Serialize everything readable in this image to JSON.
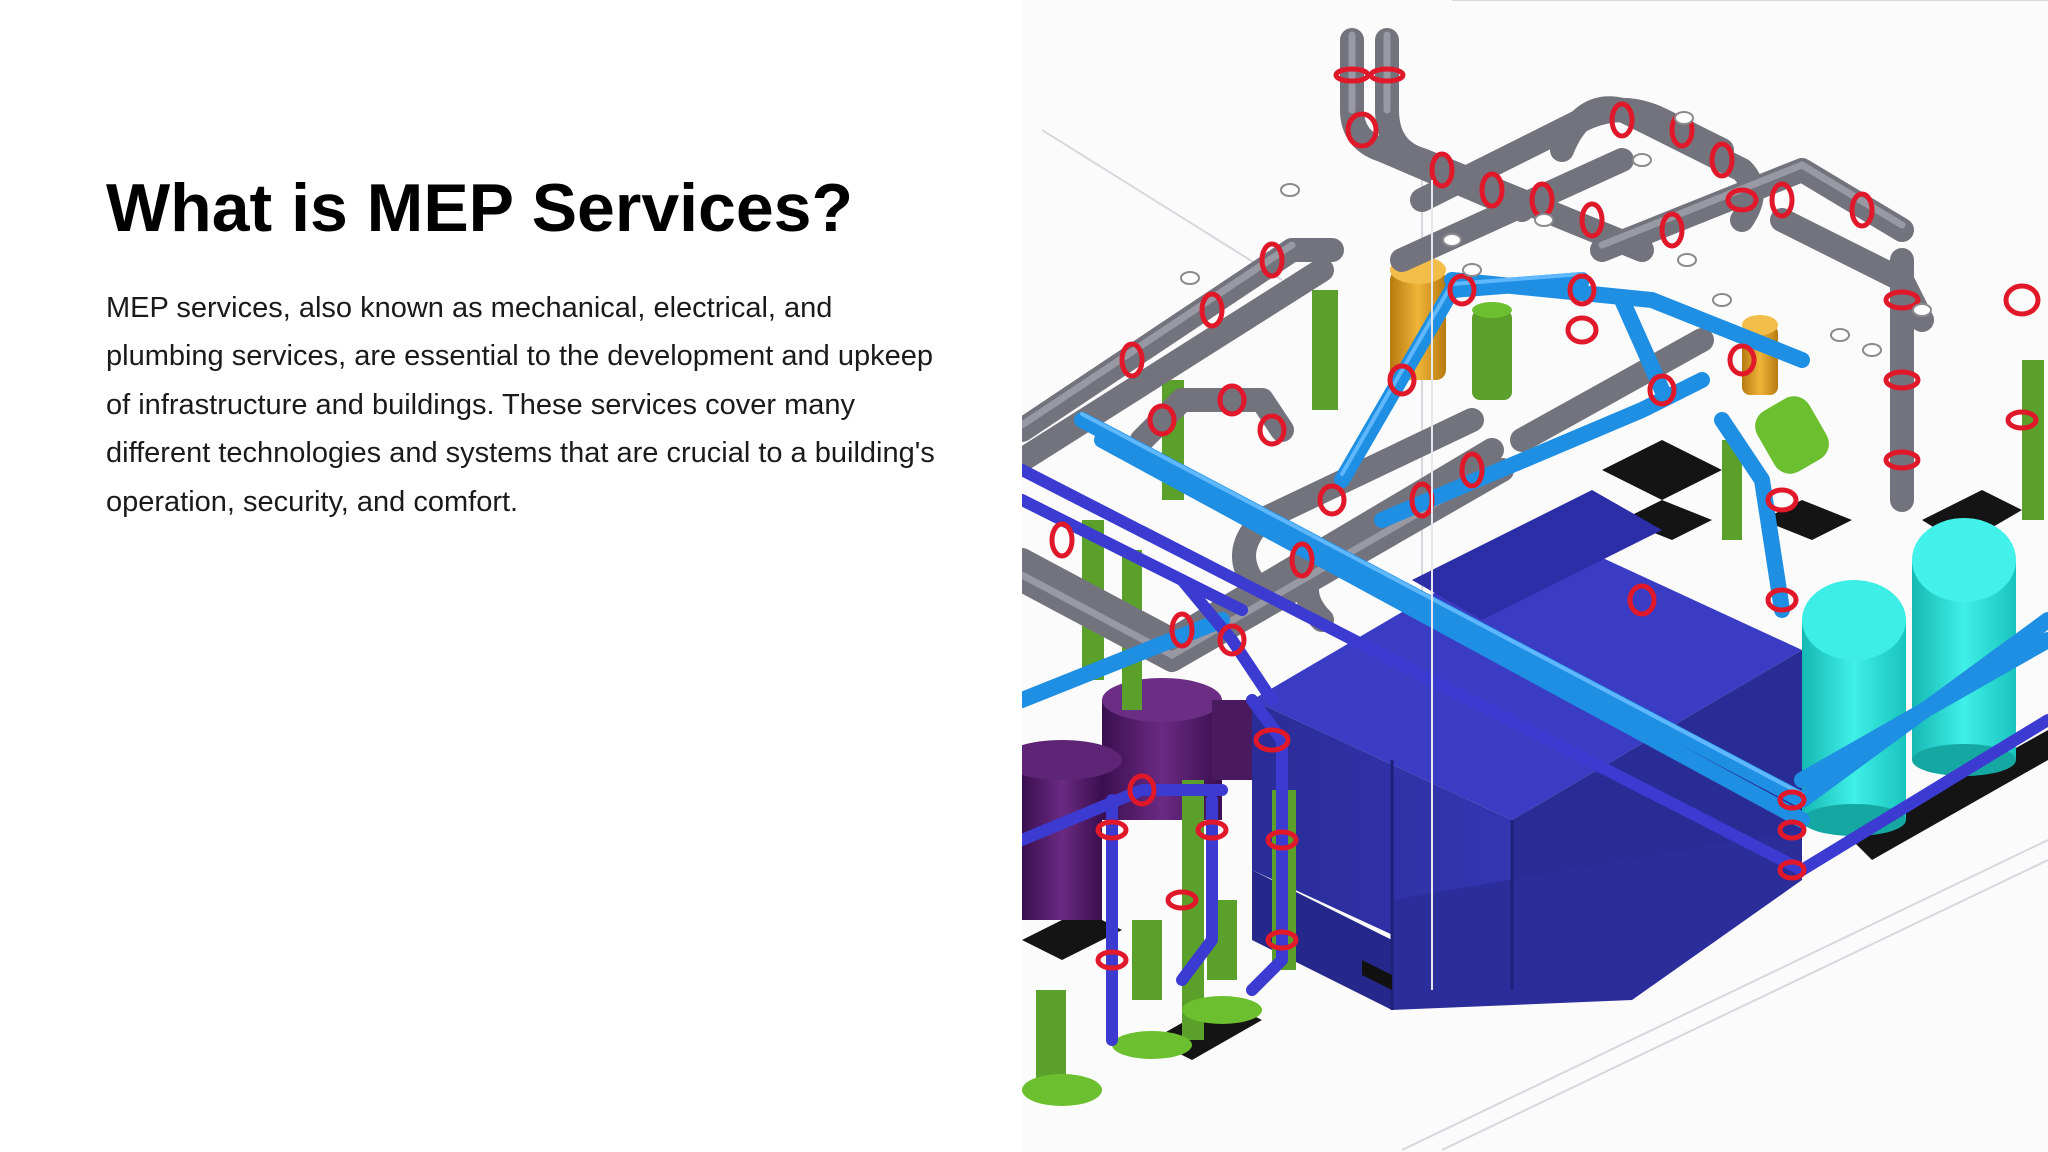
{
  "slide": {
    "title": "What is MEP Services?",
    "body": "MEP services, also known as mechanical, electrical, and plumbing services, are essential to the development and upkeep of infrastructure and buildings. These services cover many different technologies and systems that are crucial to a building's operation, security, and comfort."
  },
  "image": {
    "subject": "mep-3d-piping-model",
    "colors": {
      "grey_pipe": "#75757f",
      "blue_pipe": "#1f8fe0",
      "dark_blue_pipe": "#3a3ad0",
      "red_flange": "#e01a2a",
      "green_pump": "#5aa02a",
      "blue_tank": "#2d2fa0",
      "cyan_tank": "#22d6cf",
      "purple_tank": "#4b1760",
      "orange_tank": "#d69a1f"
    }
  }
}
